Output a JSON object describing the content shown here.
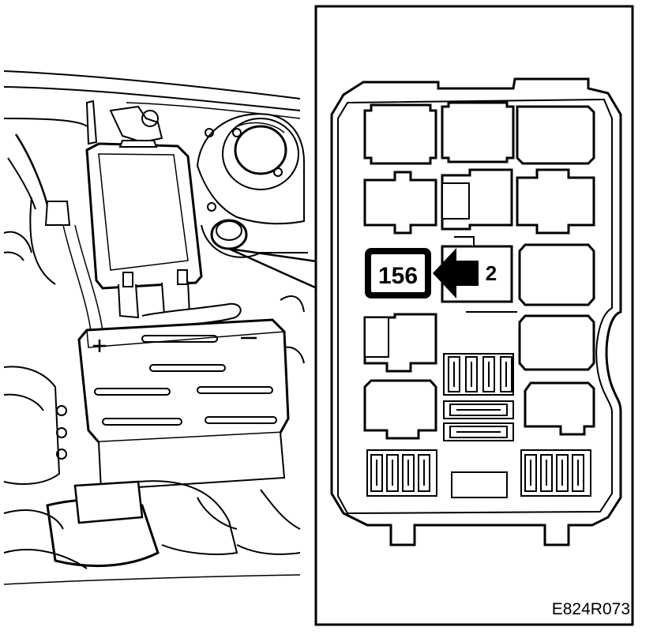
{
  "figure": {
    "relay_label": "156",
    "position_label": "2",
    "figure_code": "E824R073"
  },
  "colors": {
    "ink": "#000000",
    "paper": "#ffffff"
  }
}
